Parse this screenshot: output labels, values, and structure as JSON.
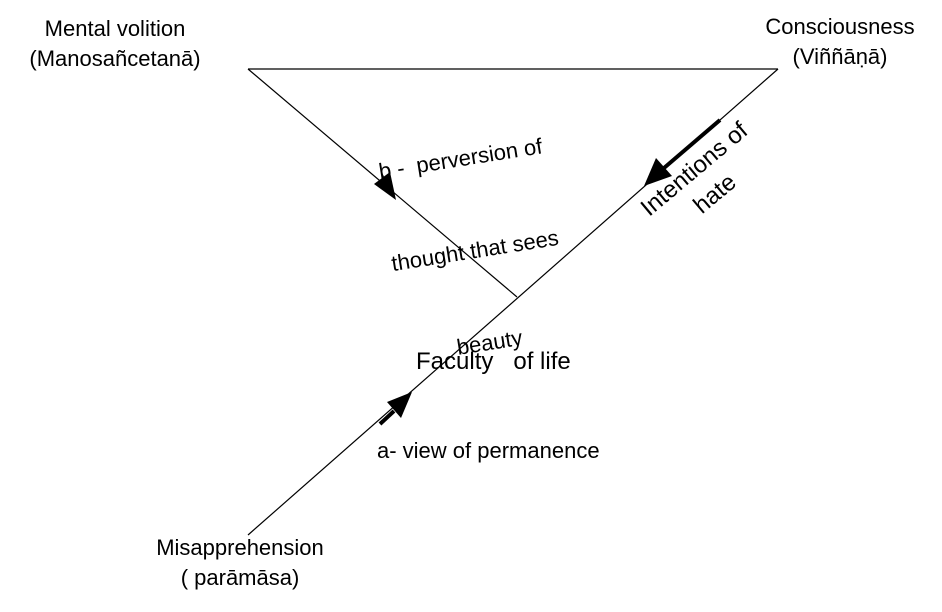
{
  "colors": {
    "background": "#ffffff",
    "line": "#000000",
    "text": "#000000"
  },
  "nodes": {
    "mental_volition": {
      "line1": "Mental volition",
      "line2": "(Manosañcetanā)"
    },
    "consciousness": {
      "line1": "Consciousness",
      "line2": "(Viññāṇā)"
    },
    "misapprehension": {
      "line1": "Misapprehension",
      "line2": "( parāmāsa)"
    },
    "faculty_of_life": {
      "label": "Faculty   of life"
    }
  },
  "edges": {
    "b_perversion": {
      "line1": "b -  perversion of",
      "line2": "thought that sees",
      "line3": "beauty"
    },
    "intentions_of_hate": {
      "line1": "Intentions of",
      "line2": "hate"
    },
    "a_view_of_permanence": {
      "label": "a- view of permanence"
    }
  }
}
